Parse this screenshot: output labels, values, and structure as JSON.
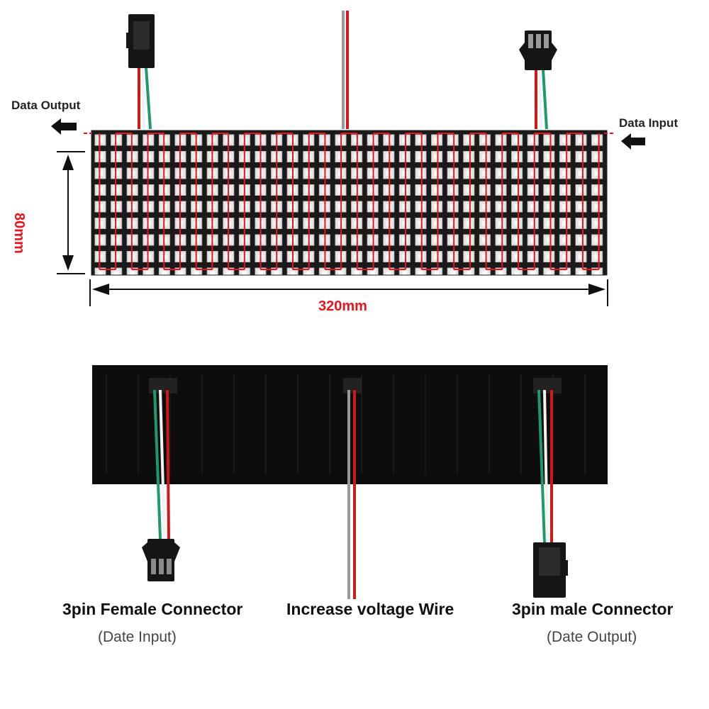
{
  "labels": {
    "data_output": "Data Output",
    "data_input": "Data Input",
    "height": "80mm",
    "width": "320mm",
    "female_connector": "3pin Female Connector",
    "female_connector_sub": "(Date Input)",
    "voltage_wire": "Increase voltage Wire",
    "male_connector": "3pin male Connector",
    "male_connector_sub": "(Date Output)"
  },
  "colors": {
    "accent_red": "#e8141c",
    "panel_dark": "#1a1a1a",
    "led": "#e8e8e8",
    "wire_red": "#d01818",
    "wire_green": "#1d9a6c",
    "wire_white": "#f2f2f2",
    "wire_grey": "#9a9a9a"
  },
  "matrix": {
    "columns": 32,
    "rows": 8
  }
}
